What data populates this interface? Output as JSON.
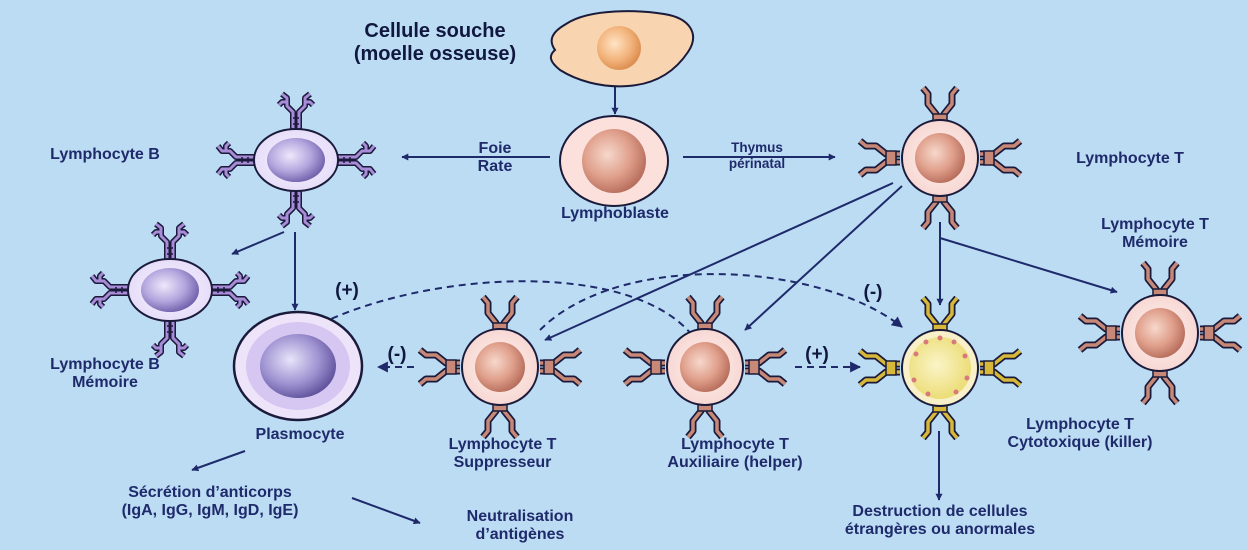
{
  "labels": {
    "stem_cell_line1": "Cellule souche",
    "stem_cell_line2": "(moelle osseuse)",
    "lymphoblast": "Lymphoblaste",
    "b_cell": "Lymphocyte B",
    "t_cell": "Lymphocyte T",
    "liver_line1": "Foie",
    "liver_line2": "Rate",
    "thymus_line1": "Thymus",
    "thymus_line2": "périnatal",
    "b_memory_line1": "Lymphocyte B",
    "b_memory_line2": "Mémoire",
    "t_memory_line1": "Lymphocyte T",
    "t_memory_line2": "Mémoire",
    "plasmocyte": "Plasmocyte",
    "t_suppressor_line1": "Lymphocyte T",
    "t_suppressor_line2": "Suppresseur",
    "t_helper_line1": "Lymphocyte T",
    "t_helper_line2": "Auxiliaire (helper)",
    "t_killer_line1": "Lymphocyte T",
    "t_killer_line2": "Cytotoxique (killer)",
    "antibody_line1": "Sécrétion d’anticorps",
    "antibody_line2": "(IgA, IgG, IgM, IgD, IgE)",
    "neutral_line1": "Neutralisation",
    "neutral_line2": "d’antigènes",
    "destruction_line1": "Destruction de cellules",
    "destruction_line2": "étrangères ou anormales",
    "plus_1": "(+)",
    "minus_1": "(-)",
    "minus_2": "(-)",
    "plus_2": "(+)"
  },
  "colors": {
    "background": "#bcdcf4",
    "arrow": "#1f2a6b",
    "b_cell_fill": "#b8a8e0",
    "t_cell_fill": "#e8a890",
    "stem_fill": "#f6c8a0",
    "killer_fill": "#f0e070"
  }
}
